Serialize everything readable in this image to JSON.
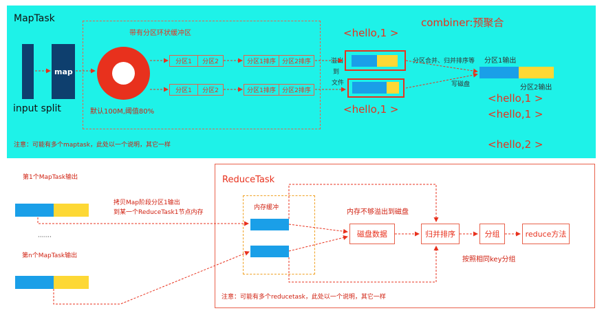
{
  "maptask": {
    "title": "MapTask",
    "input_split_label": "input split",
    "map_label": "map",
    "buffer_title": "带有分区环状缓冲区",
    "buffer_note": "默认100M,阈值80%",
    "row1": [
      "分区1",
      "分区2"
    ],
    "row1_sorted": [
      "分区1排序",
      "分区2排序"
    ],
    "row2": [
      "分区1",
      "分区2"
    ],
    "row2_sorted": [
      "分区1排序",
      "分区2排序"
    ],
    "spill_label_1": "溢出",
    "spill_label_2": "到",
    "spill_label_3": "文件",
    "combiner_title": "combiner:预聚合",
    "kv_top": "<hello,1 >",
    "kv_bottom": "<hello,1 >",
    "merge_label": "分区合并、归并排序等",
    "write_disk_label": "写磁盘",
    "partition1_output": "分区1输出",
    "partition2_output": "分区2输出",
    "kv_out_1": "<hello,1 >",
    "kv_out_2": "<hello,1 >",
    "kv_out_3": "<hello,2 >",
    "note": "注意：可能有多个maptask，此处以一个说明，其它一样"
  },
  "left": {
    "first_output_label": "第1个MapTask输出",
    "ellipsis": "·······",
    "nth_output_label": "第n个MapTask输出",
    "copy_label_1": "拷贝Map阶段分区1输出",
    "copy_label_2": "到某一个ReduceTask1节点内存"
  },
  "reducetask": {
    "title": "ReduceTask",
    "mem_buffer_label": "内存缓冲",
    "spill_to_disk_label": "内存不够溢出到磁盘",
    "disk_data_label": "磁盘数据",
    "merge_sort_label": "归并排序",
    "group_label": "分组",
    "reduce_method_label": "reduce方法",
    "group_by_key_label": "按照相同key分组",
    "note": "注意：可能有多个reducetask，此处以一个说明，其它一样"
  },
  "colors": {
    "maptask_bg": "#1ef2e8",
    "accent_red": "#e8311d",
    "blue": "#1a9fe8",
    "yellow": "#fdd835",
    "navy": "#0e3f6e",
    "dashed_orange": "#f0a020"
  }
}
